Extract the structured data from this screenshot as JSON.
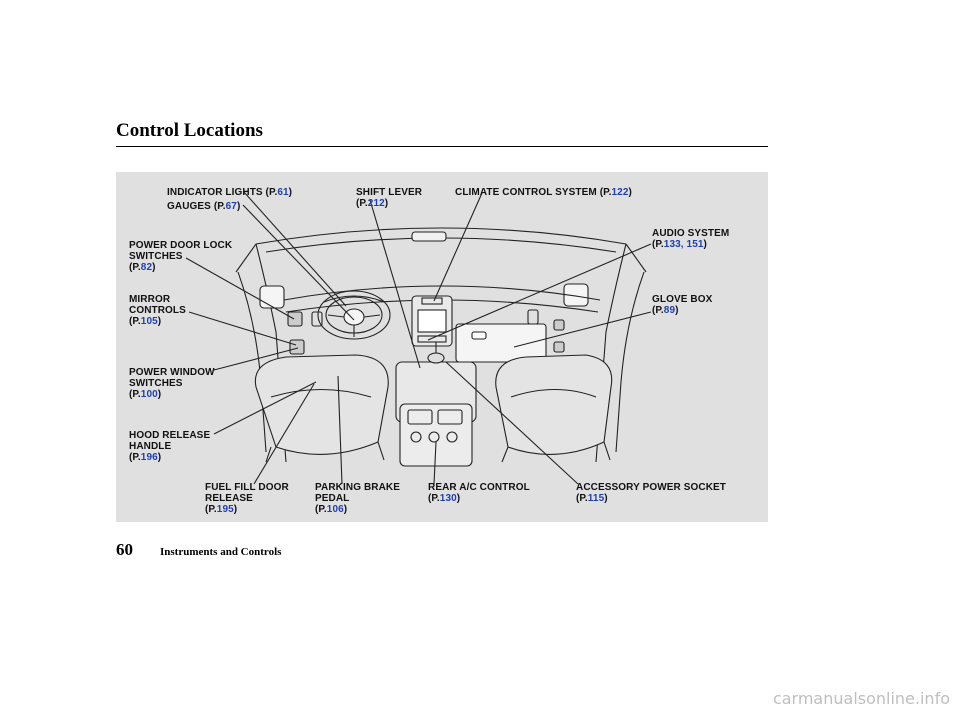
{
  "page": {
    "title": "Control Locations",
    "section": "Instruments and Controls",
    "page_number": "60",
    "watermark": "carmanualsonline.info"
  },
  "callouts": {
    "indicator_lights": {
      "label": "INDICATOR LIGHTS (P.",
      "page": "61",
      "close": ")"
    },
    "gauges": {
      "label": "GAUGES (P.",
      "page": "67",
      "close": ")"
    },
    "shift_lever": {
      "line1": "SHIFT LEVER",
      "label": "(P.",
      "page": "212",
      "close": ")"
    },
    "climate_control": {
      "label": "CLIMATE CONTROL SYSTEM (P.",
      "page": "122",
      "close": ")"
    },
    "audio_system": {
      "line1": "AUDIO SYSTEM",
      "label": "(P.",
      "page": "133, 151",
      "close": ")"
    },
    "power_door_lock": {
      "line1": "POWER DOOR LOCK",
      "line2": "SWITCHES",
      "label": "(P.",
      "page": "82",
      "close": ")"
    },
    "mirror_controls": {
      "line1": "MIRROR",
      "line2": "CONTROLS",
      "label": "(P.",
      "page": "105",
      "close": ")"
    },
    "glove_box": {
      "line1": "GLOVE BOX",
      "label": "(P.",
      "page": "89",
      "close": ")"
    },
    "power_window": {
      "line1": "POWER WINDOW",
      "line2": "SWITCHES",
      "label": "(P.",
      "page": "100",
      "close": ")"
    },
    "hood_release": {
      "line1": "HOOD RELEASE",
      "line2": "HANDLE",
      "label": "(P.",
      "page": "196",
      "close": ")"
    },
    "fuel_fill_door": {
      "line1": "FUEL FILL DOOR",
      "line2": "RELEASE",
      "label": "(P.",
      "page": "195",
      "close": ")"
    },
    "parking_brake": {
      "line1": "PARKING BRAKE",
      "line2": "PEDAL",
      "label": "(P.",
      "page": "106",
      "close": ")"
    },
    "rear_ac": {
      "line1": "REAR A/C CONTROL",
      "label": "(P.",
      "page": "130",
      "close": ")"
    },
    "accessory_socket": {
      "line1": "ACCESSORY POWER SOCKET",
      "label": "(P.",
      "page": "115",
      "close": ")"
    }
  },
  "colors": {
    "panel": "#e0e0e0",
    "page_ref": "#1f3fae",
    "ink": "#111111"
  }
}
